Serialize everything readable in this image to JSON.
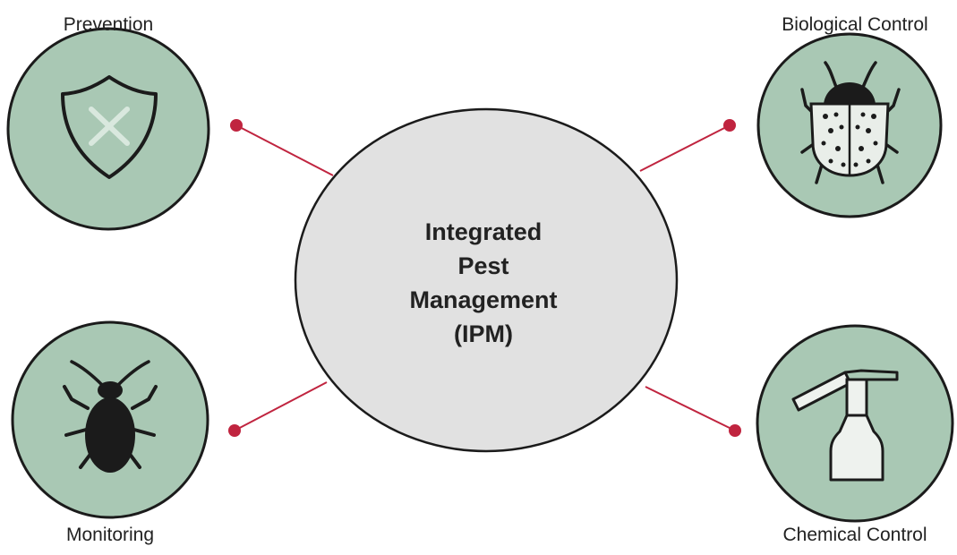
{
  "center": {
    "lines": [
      "Integrated",
      "Pest",
      "Management",
      "(IPM)"
    ]
  },
  "nodes": {
    "prevention": {
      "label": "Prevention",
      "icon": "shield-x-icon"
    },
    "biological": {
      "label": "Biological Control",
      "icon": "ladybug-icon"
    },
    "monitoring": {
      "label": "Monitoring",
      "icon": "beetle-icon"
    },
    "chemical": {
      "label": "Chemical Control",
      "icon": "spray-bottle-icon"
    }
  },
  "colors": {
    "node_fill": "#a9c8b4",
    "center_fill": "#e1e1e1",
    "outline": "#1b1b1b",
    "connector": "#c0243f"
  }
}
